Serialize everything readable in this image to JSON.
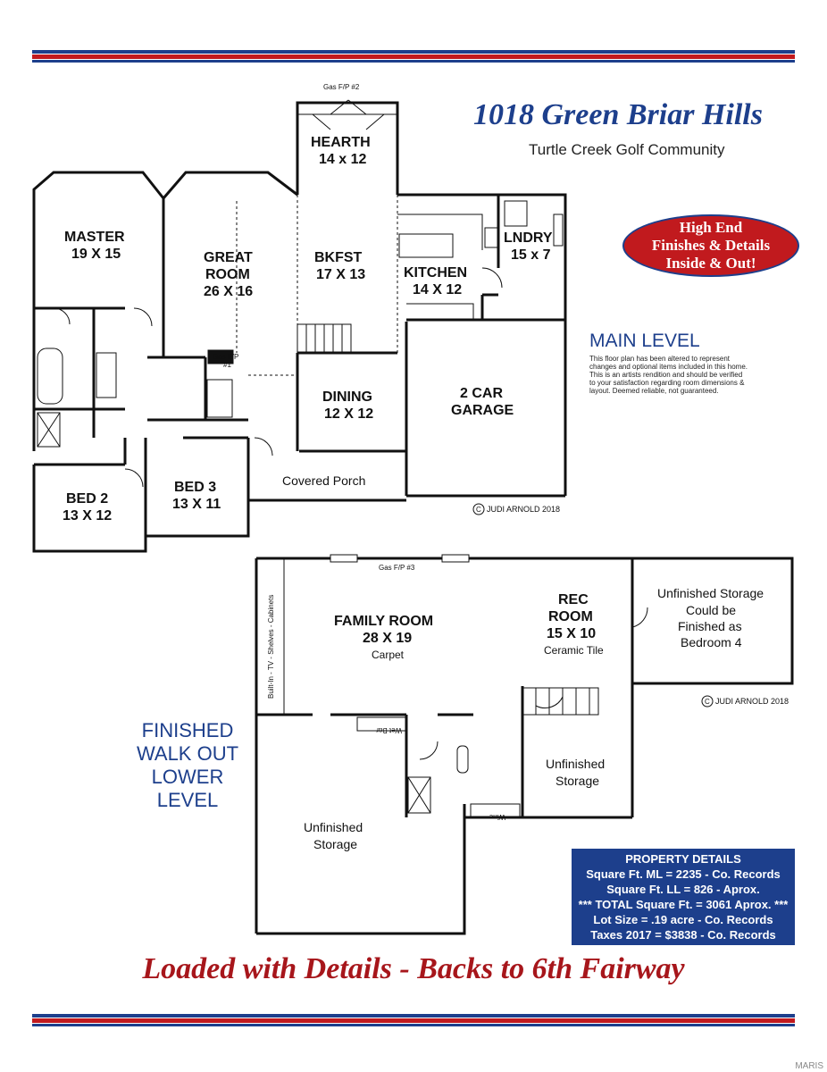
{
  "header": {
    "title": "1018 Green Briar Hills",
    "subtitle": "Turtle Creek Golf Community",
    "stripe_colors": [
      "#1d3f8c",
      "#c11a1e"
    ]
  },
  "badge": {
    "lines": [
      "High End",
      "Finishes & Details",
      "Inside & Out!"
    ]
  },
  "main_level": {
    "title": "MAIN LEVEL",
    "disclaimer": [
      "This floor plan has been altered to represent",
      "changes and optional items included in this home.",
      "This is an artists rendition and should be verified",
      "to your satisfaction regarding room dimensions &",
      "layout. Deemed reliable, not guaranteed."
    ],
    "copyright": "JUDI ARNOLD 2018",
    "rooms": {
      "gas_fp2": "Gas F/P #2",
      "hearth": [
        "HEARTH",
        "14 x 12"
      ],
      "master": [
        "MASTER",
        "19 X 15"
      ],
      "great_room": [
        "GREAT",
        "ROOM",
        "26 X 16"
      ],
      "bkfst": [
        "BKFST",
        "17 X 13"
      ],
      "kitchen": [
        "KITCHEN",
        "14 X 12"
      ],
      "lndry": [
        "LNDRY",
        "15 x 7"
      ],
      "gas_fp1": [
        "Gas F/P",
        "#1"
      ],
      "dining": [
        "DINING",
        "12 X 12"
      ],
      "garage": [
        "2 CAR",
        "GARAGE"
      ],
      "bed2": [
        "BED 2",
        "13 X 12"
      ],
      "bed3": [
        "BED 3",
        "13 X 11"
      ],
      "porch": "Covered Porch"
    }
  },
  "lower_level": {
    "title": [
      "FINISHED",
      "WALK OUT",
      "LOWER",
      "LEVEL"
    ],
    "copyright": "JUDI ARNOLD 2018",
    "rooms": {
      "gas_fp3": "Gas F/P #3",
      "family_room": [
        "FAMILY ROOM",
        "28 X 19",
        "Carpet"
      ],
      "rec_room": [
        "REC",
        "ROOM",
        "15 X 10",
        "Ceramic Tile"
      ],
      "unfinished_storage_1": [
        "Unfinished Storage",
        "Could be",
        "Finished as",
        "Bedroom 4"
      ],
      "built_in": "Built-In - TV - Shelves - Cabinets",
      "wet_bar": "Wet Bar",
      "unfinished_storage_2": [
        "Unfinished",
        "Storage"
      ],
      "unfinished_storage_3": [
        "Unfinished",
        "Storage"
      ],
      "wine": "Wine"
    }
  },
  "property_details": {
    "heading": "PROPERTY DETAILS",
    "lines": [
      "Square Ft. ML = 2235 - Co. Records",
      "Square Ft. LL = 826 - Aprox.",
      "*** TOTAL Square Ft. = 3061  Aprox. ***",
      "Lot Size = .19 acre - Co. Records",
      "Taxes 2017 = $3838 - Co. Records"
    ]
  },
  "footer": {
    "tagline": "Loaded with Details - Backs to 6th Fairway",
    "watermark": "MARIS"
  }
}
